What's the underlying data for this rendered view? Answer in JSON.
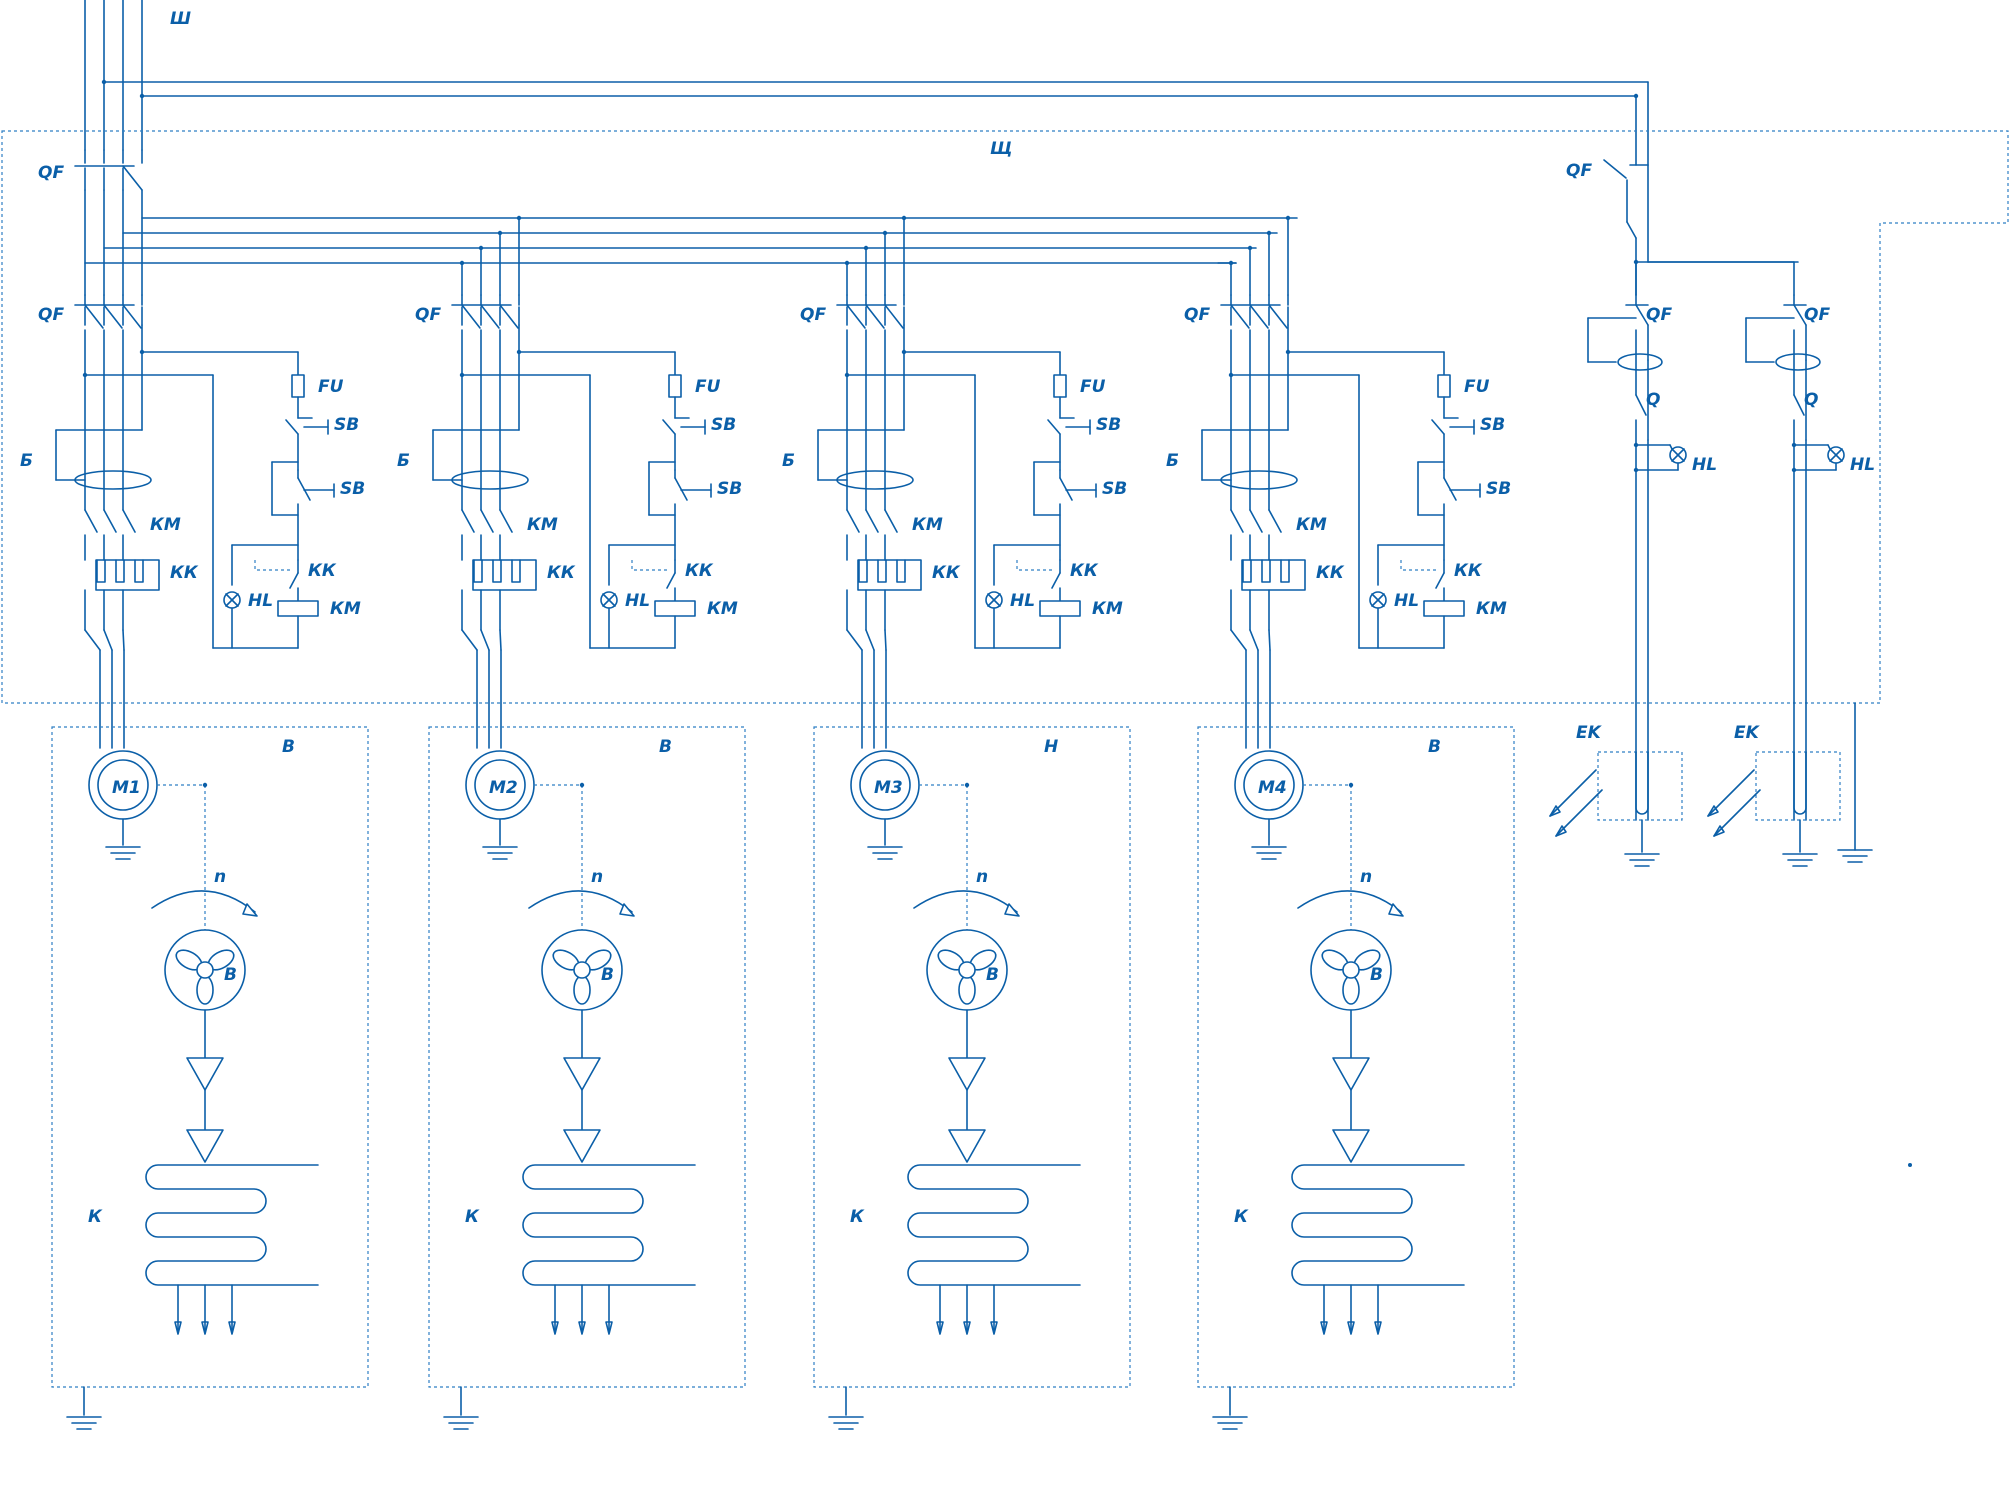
{
  "feeder_label": "Ш",
  "panel_label": "Щ",
  "main_breaker_label": "QF",
  "light_main_breaker_label": "QF",
  "channels": [
    {
      "breaker": "QF",
      "rcd": "Б",
      "contactor": "КМ",
      "thermal_relay": "КК",
      "fuse": "FU",
      "stop_button": "SB",
      "start_button": "SB",
      "aux_contact": "КК",
      "lamp": "HL",
      "coil": "КМ",
      "enclosure": "В",
      "motor": "M1",
      "direction": "n",
      "fan": "В",
      "heater": "К"
    },
    {
      "breaker": "QF",
      "rcd": "Б",
      "contactor": "КМ",
      "thermal_relay": "КК",
      "fuse": "FU",
      "stop_button": "SB",
      "start_button": "SB",
      "aux_contact": "КК",
      "lamp": "HL",
      "coil": "КМ",
      "enclosure": "В",
      "motor": "M2",
      "direction": "n",
      "fan": "В",
      "heater": "К"
    },
    {
      "breaker": "QF",
      "rcd": "Б",
      "contactor": "КМ",
      "thermal_relay": "КК",
      "fuse": "FU",
      "stop_button": "SB",
      "start_button": "SB",
      "aux_contact": "КК",
      "lamp": "HL",
      "coil": "КМ",
      "enclosure": "Н",
      "motor": "M3",
      "direction": "n",
      "fan": "В",
      "heater": "К"
    },
    {
      "breaker": "QF",
      "rcd": "Б",
      "contactor": "КМ",
      "thermal_relay": "КК",
      "fuse": "FU",
      "stop_button": "SB",
      "start_button": "SB",
      "aux_contact": "КК",
      "lamp": "HL",
      "coil": "КМ",
      "enclosure": "В",
      "motor": "M4",
      "direction": "n",
      "fan": "В",
      "heater": "К"
    }
  ],
  "light_channels": [
    {
      "breaker": "QF",
      "switch": "Q",
      "lamp": "HL",
      "emitter": "EK"
    },
    {
      "breaker": "QF",
      "switch": "Q",
      "lamp": "HL",
      "emitter": "EK"
    }
  ],
  "colors": {
    "line": "#0b5fa8",
    "dash": "#2f7fc4",
    "background": "#ffffff"
  }
}
